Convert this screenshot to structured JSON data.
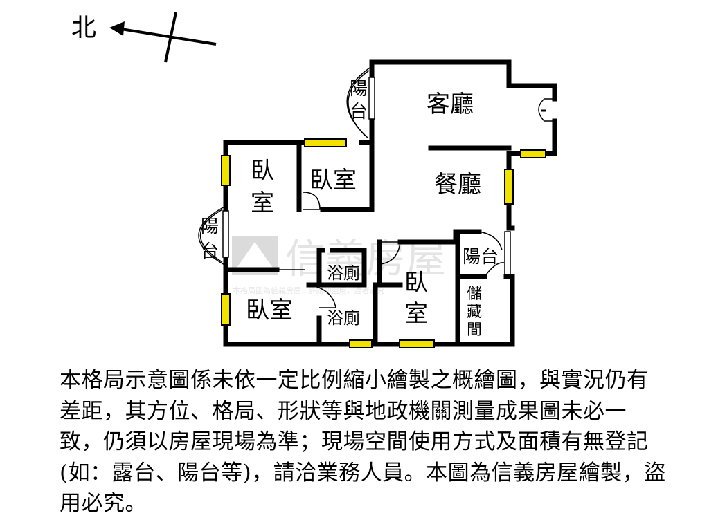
{
  "compass": {
    "north_label": "北"
  },
  "rooms": {
    "living_room": "客廳",
    "dining_room": "餐廳",
    "balcony_top": [
      "陽",
      "台"
    ],
    "balcony_left": [
      "陽",
      "台"
    ],
    "balcony_right": "陽台",
    "bedroom_upper_left": [
      "臥",
      "室"
    ],
    "bedroom_upper_mid": "臥室",
    "bedroom_lower_left": "臥室",
    "bedroom_lower_mid": [
      "臥",
      "室"
    ],
    "bathroom_upper": "浴廁",
    "bathroom_lower": "浴廁",
    "storage": [
      "儲",
      "藏",
      "間"
    ]
  },
  "watermark": {
    "brand": "信義房屋",
    "small_text": "本格局圖為信義房屋...許請勿盜用，違者必究"
  },
  "disclaimer": "本格局示意圖係未依一定比例縮小繪製之概繪圖，與實況仍有差距，其方位、格局、形狀等與地政機關測量成果圖未必一致，仍須以房屋現場為準；現場空間使用方式及面積有無登記(如：露台、陽台等)，請洽業務人員。本圖為信義房屋繪製，盜用必究。",
  "colors": {
    "wall": "#000000",
    "window": "#f2e200",
    "watermark": "#c8c8c8"
  }
}
